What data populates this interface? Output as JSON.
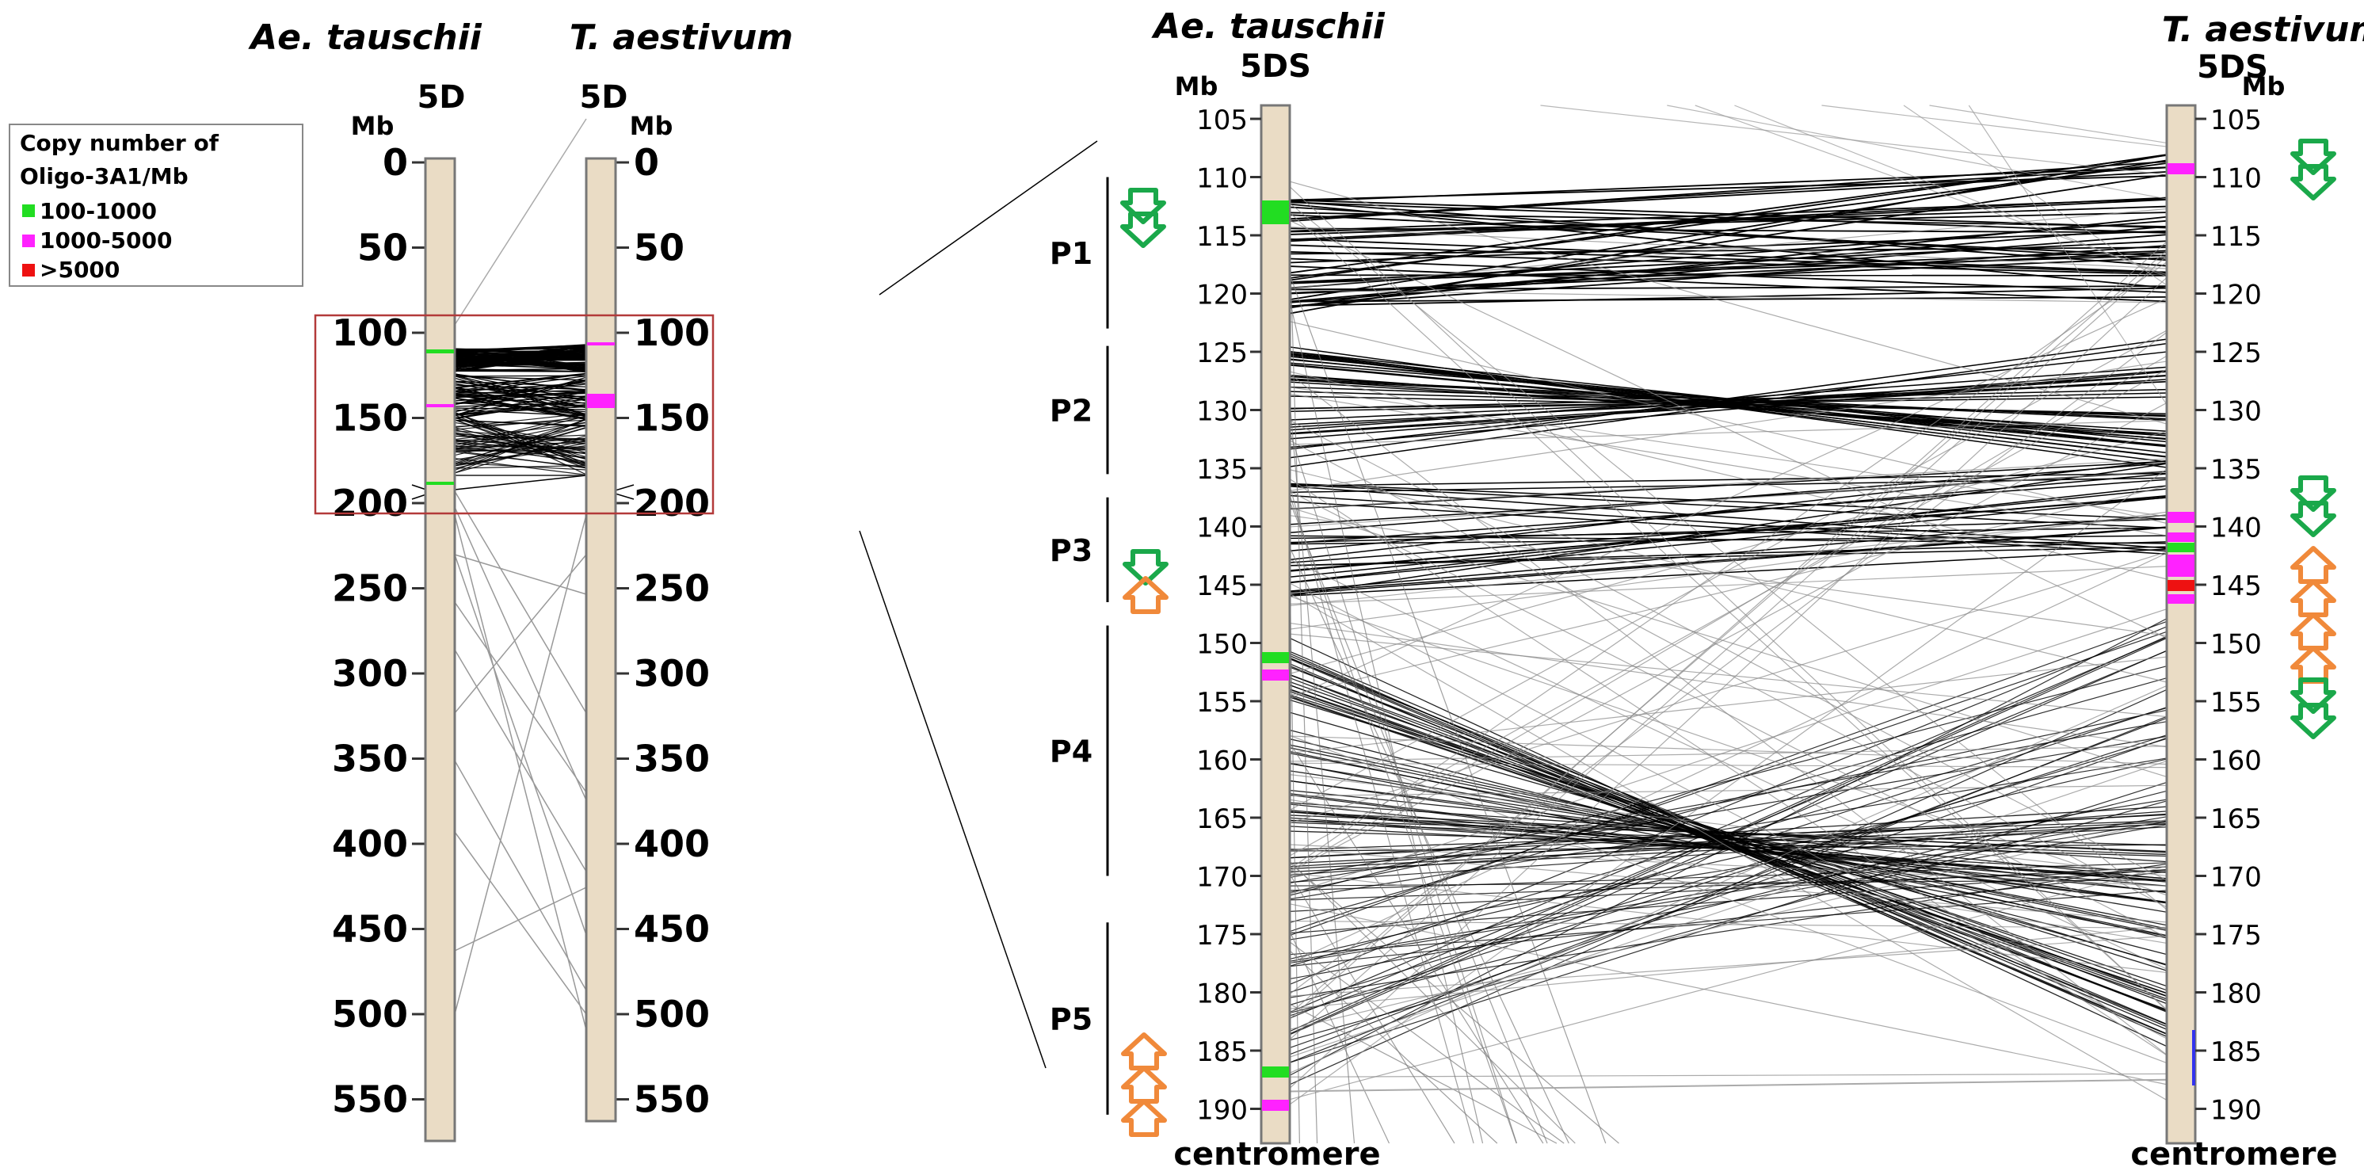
{
  "colors": {
    "chromosome": "#eadcc5",
    "chromosome_edge": "#777777",
    "band_low": "#22dd22",
    "band_mid": "#ff22ff",
    "band_high": "#ee1111",
    "box": "#b33a3a",
    "up_arrow": "#f0893a",
    "down_arrow": "#1aa84a",
    "line": "#000000"
  },
  "left_panel": {
    "species_left": "Ae.  tauschii",
    "species_right": "T. aestivum",
    "chrom_left": "5D",
    "chrom_right": "5D",
    "unit_left": "Mb",
    "unit_right": "Mb",
    "ticks": [
      "0",
      "50",
      "100",
      "150",
      "200",
      "250",
      "300",
      "350",
      "400",
      "450",
      "500",
      "550"
    ]
  },
  "legend": {
    "title_line1": "Copy number of",
    "title_line2": "Oligo-3A1/Mb",
    "items": [
      {
        "label": "100-1000",
        "color": "#22dd22"
      },
      {
        "label": "1000-5000",
        "color": "#ff22ff"
      },
      {
        "label": ">5000",
        "color": "#ee1111"
      }
    ]
  },
  "right_panel": {
    "species_left": "Ae.  tauschii",
    "species_right": "T. aestivum",
    "arm_left": "5DS",
    "arm_right": "5DS",
    "unit_left": "Mb",
    "unit_right": "Mb",
    "ticks": [
      "105",
      "110",
      "115",
      "120",
      "125",
      "130",
      "135",
      "140",
      "145",
      "150",
      "155",
      "160",
      "165",
      "170",
      "175",
      "180",
      "185",
      "190"
    ],
    "bottom_left": "centromere",
    "bottom_right": "centromere",
    "regions": [
      {
        "label": "P1",
        "start": 110,
        "end": 123
      },
      {
        "label": "P2",
        "start": 124.5,
        "end": 135.5
      },
      {
        "label": "P3",
        "start": 137.5,
        "end": 146.5
      },
      {
        "label": "P4",
        "start": 148.5,
        "end": 170
      },
      {
        "label": "P5",
        "start": 174,
        "end": 190.5
      }
    ]
  }
}
